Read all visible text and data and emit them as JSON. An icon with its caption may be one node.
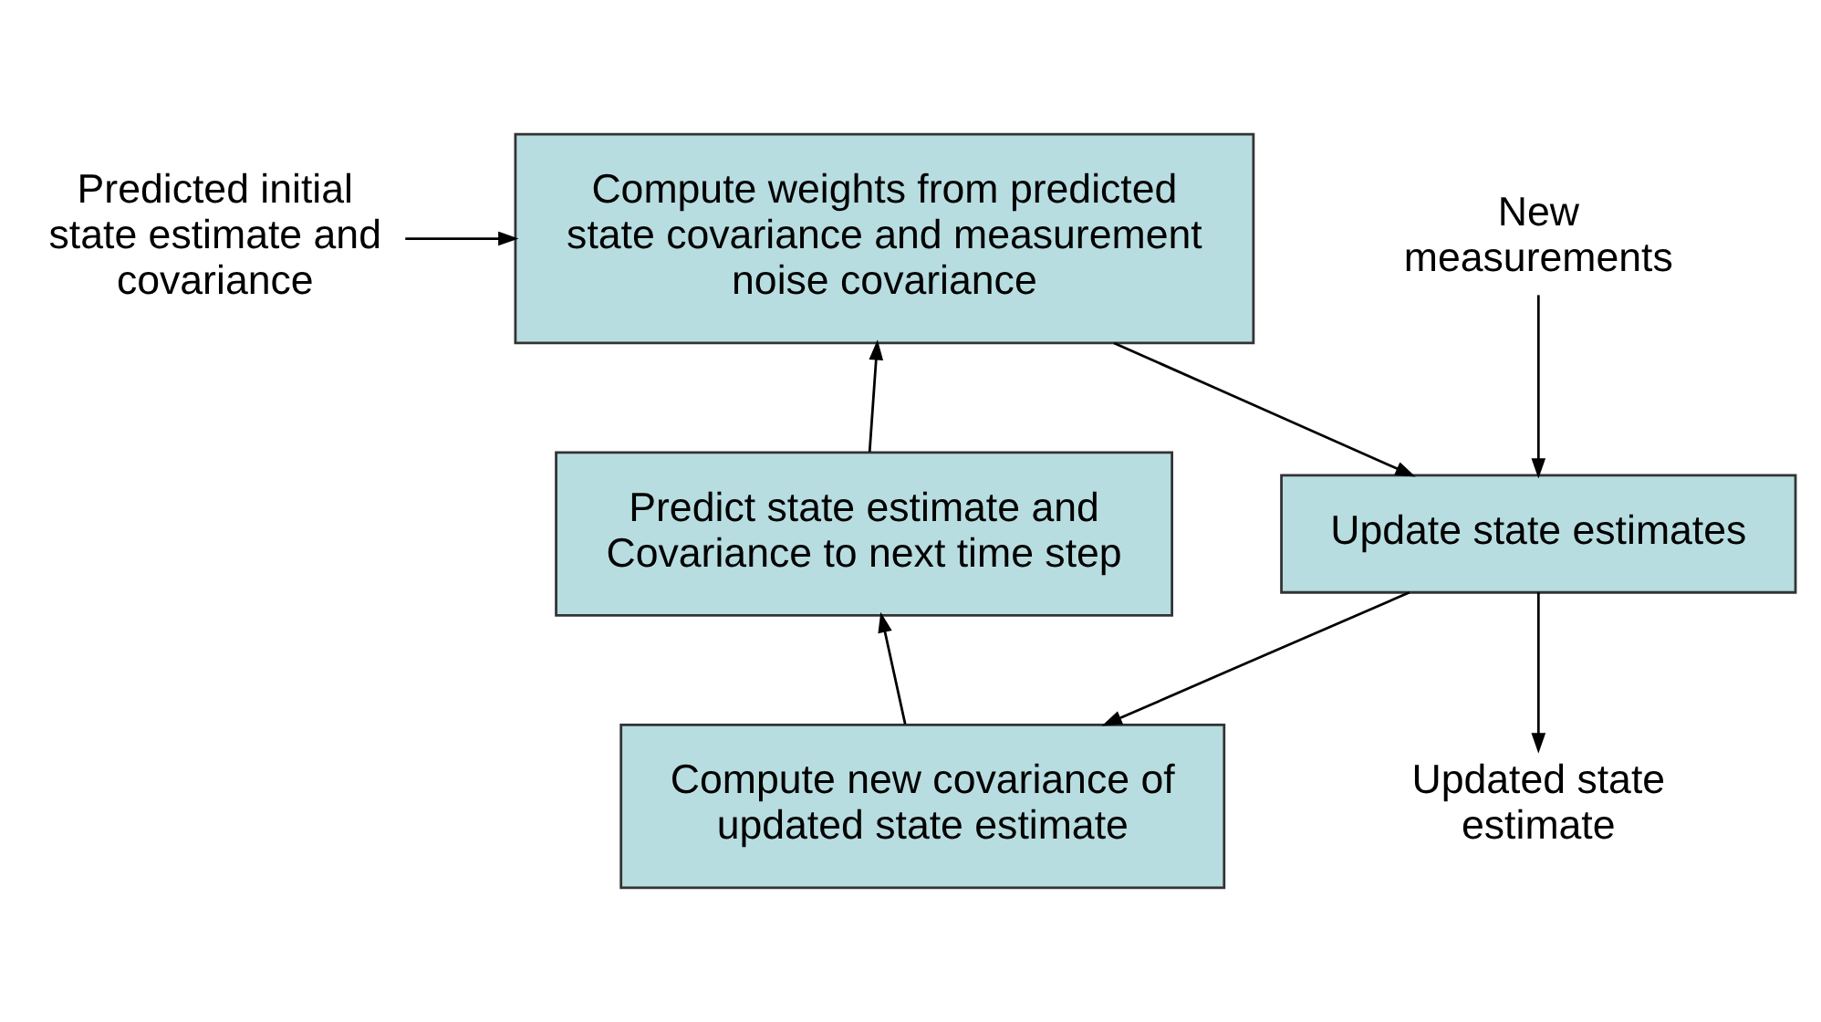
{
  "diagram": {
    "nodes": [
      {
        "text": [
          "Predicted initial state estimate and covariance"
        ]
      },
      {
        "text": [
          "Compute weights from predicted state covariance and measurement noise covariance"
        ]
      },
      {
        "text": [
          "New measurements"
        ]
      },
      {
        "text": [
          "Predict state estimate and Covariance to next time step"
        ]
      },
      {
        "text": [
          "Update state estimates"
        ]
      },
      {
        "text": [
          "Updated state estimate"
        ]
      },
      {
        "text": [
          "Compute new covariance of updated state estimate"
        ]
      }
    ],
    "edges": [
      {
        "from": 0,
        "to": 1,
        "arrow": "to"
      },
      {
        "from": 1,
        "to": 4,
        "arrow": "to"
      },
      {
        "from": 2,
        "to": 4,
        "arrow": "to"
      },
      {
        "from": 4,
        "to": 5,
        "arrow": "to"
      },
      {
        "from": 4,
        "to": 6,
        "arrow": "to"
      },
      {
        "from": 6,
        "to": 3,
        "arrow": "to"
      },
      {
        "from": 3,
        "to": 1,
        "arrow": "to"
      }
    ]
  }
}
